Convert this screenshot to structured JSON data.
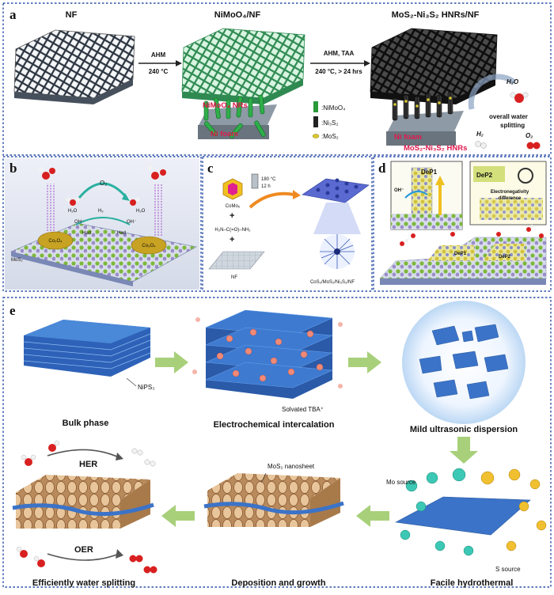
{
  "panel_letters": {
    "a": "a",
    "b": "b",
    "c": "c",
    "d": "d",
    "e": "e"
  },
  "panel_a": {
    "titles": [
      "NF",
      "NiMoO₄/NF",
      "MoS₂-Ni₃S₂ HNRs/NF"
    ],
    "step1": {
      "reagent": "AHM",
      "condition": "240 °C"
    },
    "step2": {
      "reagent": "AHM, TAA",
      "condition": "240 °C, > 24 hrs"
    },
    "callouts": {
      "nrs": "NiMoO₄ NRs",
      "foam": "Ni foam",
      "foam2": "Ni foam",
      "hnrs": "MoS₂-Ni₃S₂ HNRs"
    },
    "legend": [
      ":NiMoO₄",
      ":Ni₃S₂",
      ":MoS₂"
    ],
    "water": {
      "h2o": "H₂O",
      "h2": "H₂",
      "o2": "O₂",
      "label1": "overall water",
      "label2": "splitting"
    },
    "colors": {
      "nf": "#9aa9b8",
      "nimoo4": "#5cc68a",
      "product": "#2a2a2a",
      "legend_green": "#2a9a3a",
      "legend_yellow": "#d8c830"
    }
  },
  "panel_b": {
    "labels": {
      "o2": "O₂",
      "h2": "H₂",
      "h2o_left": "H₂O",
      "h2o_right": "H₂O",
      "oh_left": "OH⁻",
      "oh_right": "OH⁻",
      "had_left": "Had",
      "had_right": "Had",
      "co_left": "Co₃O₄",
      "co_right": "Co₃O₄",
      "mos2": "MoS₂"
    }
  },
  "panel_c": {
    "labels": {
      "como": "CoMo₆",
      "urea": "H₂N–C(=O)–NH₂",
      "nf": "NF",
      "cond1": "180 °C",
      "cond2": "12 h",
      "product": "CoS₂/MoS₂/Ni₃S₂/NF"
    }
  },
  "panel_d": {
    "labels": {
      "dep1": "DeP1",
      "dep1b": "DeP1",
      "dep2": "DeP2",
      "dep2b": "DeP2",
      "oh": "OH⁻",
      "electro1": "Electronegativity",
      "electro2": "difference"
    }
  },
  "panel_e": {
    "steps": [
      "Bulk phase",
      "Electrochemical intercalation",
      "Mild ultrasonic dispersion",
      "Facile hydrothermal",
      "Deposition and growth",
      "Efficiently water splitting"
    ],
    "annotations": {
      "nips3": "NiPS₃",
      "tba": "Solvated TBA⁺",
      "mo_source": "Mo source",
      "s_source": "S source",
      "mos2_nanosheet": "MoS₂ nanosheet",
      "her": "HER",
      "oer": "OER"
    },
    "colors": {
      "sheet": "#3b73c8",
      "arrow": "#a8d07a",
      "particle": "#f08a78",
      "mo": "#3cc8b4",
      "s": "#f0c030"
    }
  }
}
